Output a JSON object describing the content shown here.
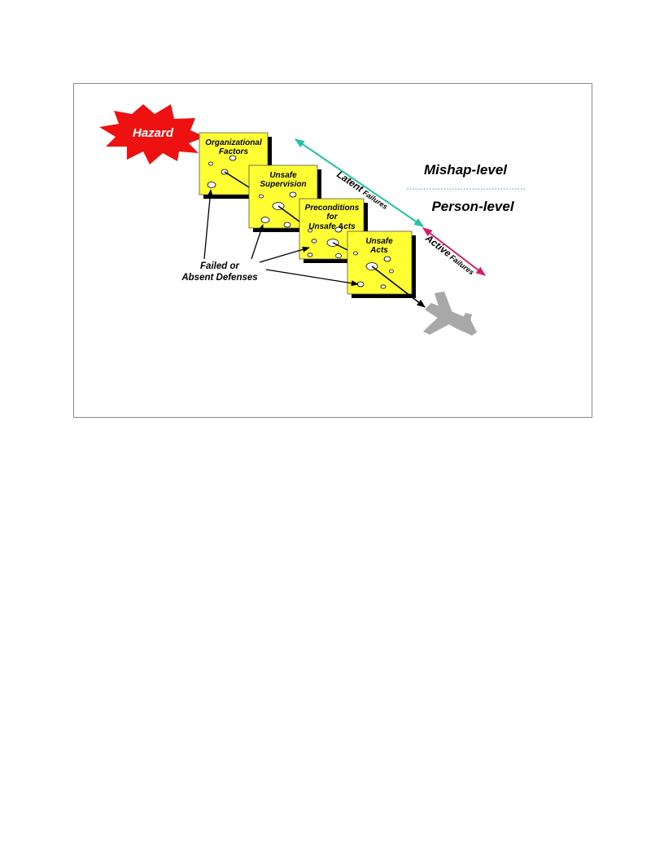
{
  "hazard": {
    "label": "Hazard",
    "color": "#ee1111"
  },
  "layers": [
    {
      "id": "organizational",
      "lines": [
        "Organizational",
        "Factors"
      ]
    },
    {
      "id": "supervision",
      "lines": [
        "Unsafe",
        "Supervision"
      ]
    },
    {
      "id": "preconditions",
      "lines": [
        "Preconditions",
        "for",
        "Unsafe Acts"
      ]
    },
    {
      "id": "acts",
      "lines": [
        "Unsafe",
        "Acts"
      ]
    }
  ],
  "defenses_label": [
    "Failed or",
    "Absent Defenses"
  ],
  "latent": {
    "word": "Latent",
    "suffix": "Failures",
    "color": "#22c3a6"
  },
  "active": {
    "word": "Active",
    "suffix": "Failures",
    "color": "#d91b6c"
  },
  "levels": {
    "top": "Mishap-level",
    "bottom": "Person-level",
    "divider_color": "#3aa0c0"
  },
  "colors": {
    "slice": "#ffff33",
    "shadow": "#000000",
    "aircraft": "#a8a8a8"
  },
  "icons": {
    "aircraft": "aircraft-silhouette-icon"
  }
}
